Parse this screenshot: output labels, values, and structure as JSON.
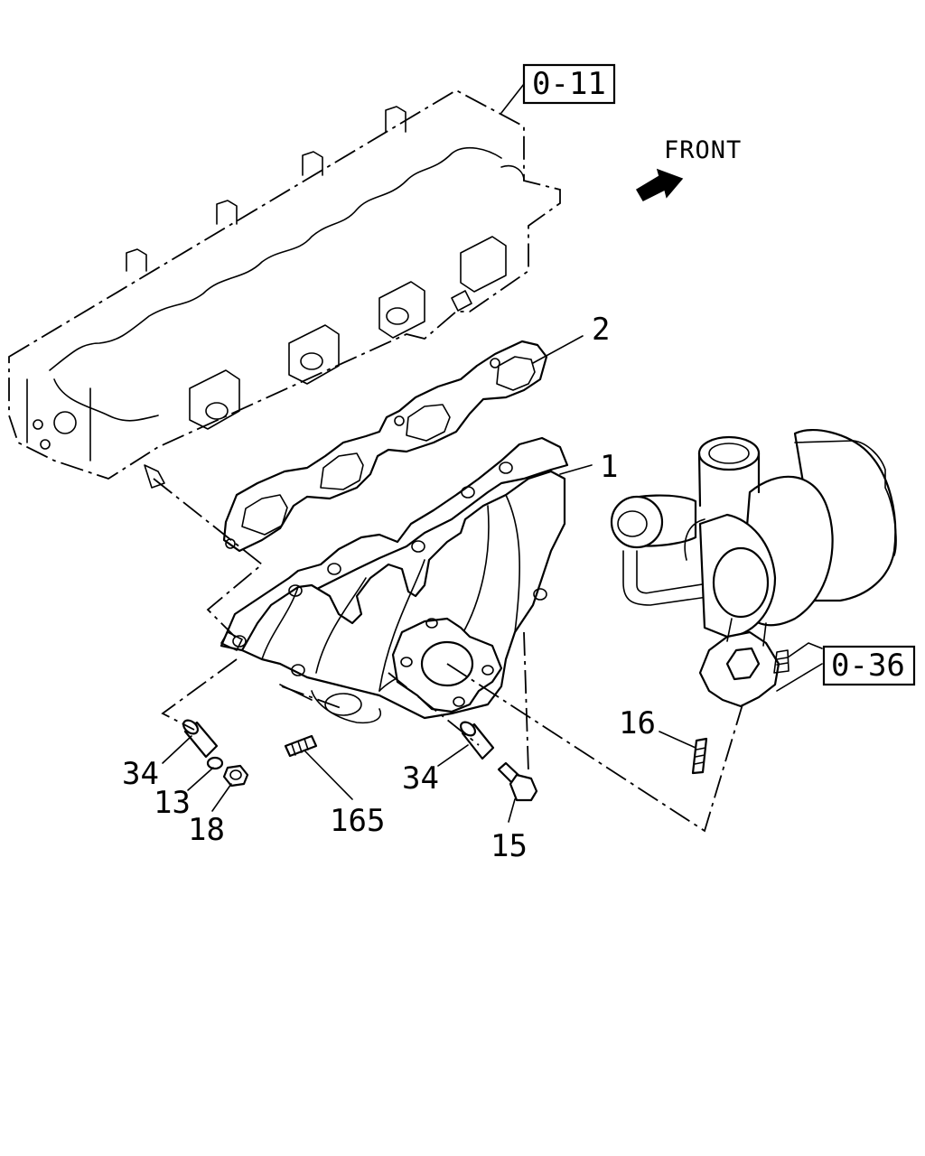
{
  "references": {
    "head": "0-11",
    "turbo": "0-36"
  },
  "front_label": "FRONT",
  "callouts": {
    "manifold": "1",
    "gasket": "2",
    "sleeve_left": "34",
    "washer": "13",
    "nut": "18",
    "stud_center": "165",
    "sleeve_right": "34",
    "bolt": "15",
    "stud_turbo": "16"
  }
}
